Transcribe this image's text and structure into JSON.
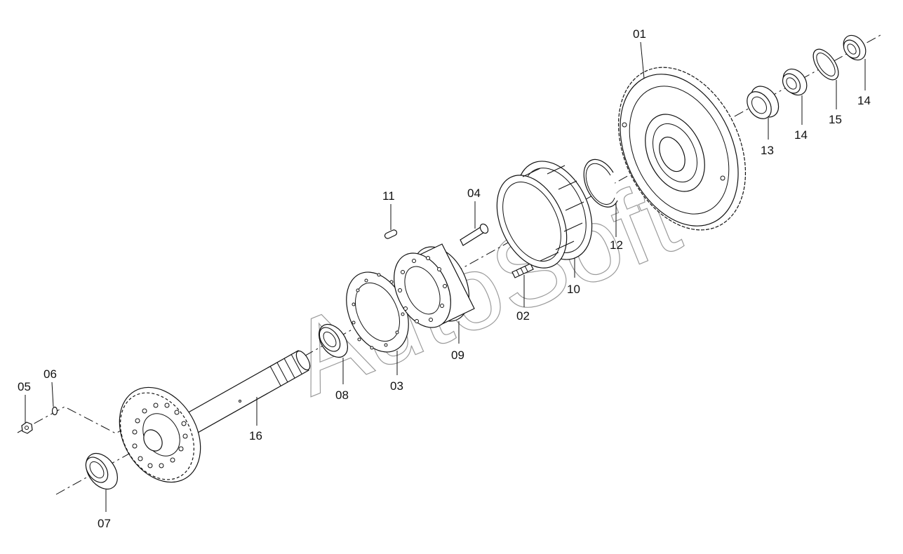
{
  "watermark": "AutoSoft",
  "callouts": {
    "p01": "01",
    "p02": "02",
    "p03": "03",
    "p04": "04",
    "p05": "05",
    "p06": "06",
    "p07": "07",
    "p08": "08",
    "p09": "09",
    "p10": "10",
    "p11": "11",
    "p12": "12",
    "p13": "13",
    "p14a": "14",
    "p14b": "14",
    "p15": "15",
    "p16": "16"
  }
}
